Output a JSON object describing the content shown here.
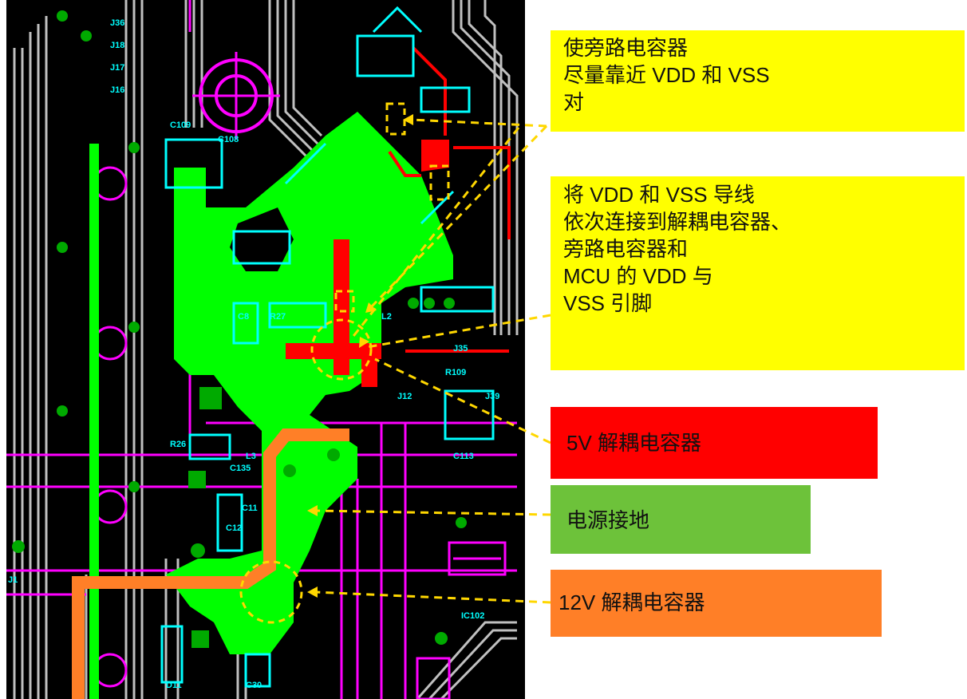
{
  "callouts": {
    "bypass": {
      "lines": [
        "使旁路电容器",
        "尽量靠近 VDD 和 VSS",
        "对"
      ],
      "color": "#FFFF00"
    },
    "routing": {
      "lines": [
        "将 VDD 和 VSS 导线",
        "依次连接到解耦电容器、",
        "旁路电容器和",
        "MCU 的 VDD 与",
        "VSS 引脚"
      ],
      "color": "#FFFF00"
    },
    "decoupling_5v": {
      "text": "5V 解耦电容器",
      "color": "#FF0000"
    },
    "power_ground": {
      "text": "电源接地",
      "color": "#6DC23A"
    },
    "decoupling_12v": {
      "text": "12V 解耦电容器",
      "color": "#FF7F27"
    }
  },
  "pcb": {
    "silkscreen_labels": [
      "J36",
      "J18",
      "J17",
      "J16",
      "C109",
      "C108",
      "J35",
      "J39",
      "J12",
      "R109",
      "C113",
      "R26",
      "C135",
      "L3",
      "J1",
      "C11",
      "C12",
      "IC102",
      "D11",
      "C30",
      "R27",
      "C8",
      "L2"
    ],
    "colors": {
      "board": "#000000",
      "ground_pour": "#00FF00",
      "trace_5v": "#FF0000",
      "trace_12v": "#FF7F27",
      "pads": "#00FFFF",
      "silkscreen": "#FF00FF",
      "traces_other": "#C0C0C0",
      "annotation": "#FFD700"
    }
  }
}
